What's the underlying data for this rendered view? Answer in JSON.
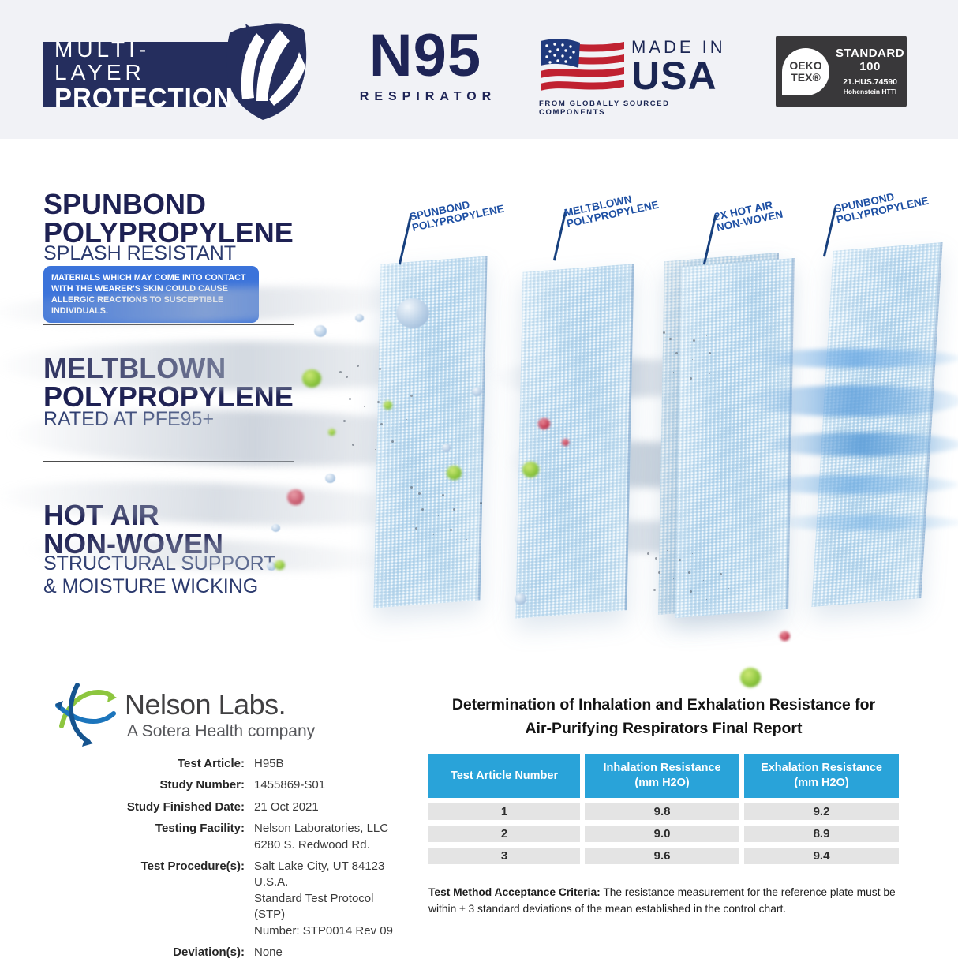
{
  "header": {
    "banner": {
      "line1": "MULTI-LAYER",
      "line2": "PROTECTION"
    },
    "n95": {
      "title": "N95",
      "subtitle": "RESPIRATOR"
    },
    "made_in_usa": {
      "line1": "MADE IN",
      "line2": "USA",
      "tagline": "FROM GLOBALLY SOURCED COMPONENTS"
    },
    "oeko": {
      "logo_line1": "OEKO",
      "logo_line2": "TEX®",
      "title_line1": "STANDARD",
      "title_line2": "100",
      "cert_number": "21.HUS.74590",
      "org": "Hohenstein HTTI"
    }
  },
  "layers_panel": {
    "sections": [
      {
        "title_line1": "SPUNBOND",
        "title_line2": "POLYPROPYLENE",
        "subtitle": "SPLASH RESISTANT",
        "note": "MATERIALS WHICH MAY COME INTO CONTACT WITH THE WEARER'S SKIN COULD CAUSE ALLERGIC REACTIONS TO SUSCEPTIBLE INDIVIDUALS."
      },
      {
        "title_line1": "MELTBLOWN",
        "title_line2": "POLYPROPYLENE",
        "subtitle": "RATED AT PFE95+"
      },
      {
        "title_line1": "HOT AIR",
        "title_line2": "NON-WOVEN",
        "subtitle_line1": "STRUCTURAL SUPPORT",
        "subtitle_line2": "& MOISTURE WICKING"
      }
    ],
    "diagram_labels": [
      {
        "line1": "SPUNBOND",
        "line2": "POLYPROPYLENE"
      },
      {
        "line1": "MELTBLOWN",
        "line2": "POLYPROPYLENE"
      },
      {
        "line1": "2X HOT AIR",
        "line2": "NON-WOVEN"
      },
      {
        "line1": "SPUNBOND",
        "line2": "POLYPROPYLENE"
      }
    ]
  },
  "report": {
    "lab": {
      "name": "Nelson Labs.",
      "tagline": "A Sotera Health company"
    },
    "details": [
      {
        "label": "Test Article:",
        "value": "H95B"
      },
      {
        "label": "Study Number:",
        "value": "1455869-S01"
      },
      {
        "label": "Study Finished Date:",
        "value": "21 Oct 2021"
      },
      {
        "label": "Testing Facility:",
        "value": "Nelson Laboratories, LLC\n6280 S. Redwood Rd."
      },
      {
        "label": "Test Procedure(s):",
        "value": "Salt Lake City, UT 84123 U.S.A.\nStandard Test Protocol (STP)\nNumber: STP0014 Rev 09"
      },
      {
        "label": "Deviation(s):",
        "value": "None"
      }
    ],
    "table_title_line1": "Determination of Inhalation and Exhalation Resistance for",
    "table_title_line2": "Air-Purifying Respirators Final Report",
    "note_bold": "Test Method Acceptance Criteria:",
    "note_rest": " The resistance measurement for the reference plate must be within ± 3 standard deviations of the mean established in the control chart."
  },
  "chart_data": {
    "type": "table",
    "title": "Determination of Inhalation and Exhalation Resistance for Air-Purifying Respirators Final Report",
    "columns": [
      "Test Article Number",
      "Inhalation Resistance (mm H2O)",
      "Exhalation Resistance (mm H2O)"
    ],
    "rows": [
      [
        "1",
        "9.8",
        "9.2"
      ],
      [
        "2",
        "9.0",
        "8.9"
      ],
      [
        "3",
        "9.6",
        "9.4"
      ]
    ]
  },
  "colors": {
    "navy": "#1e2153",
    "banner_navy": "#252e5e",
    "label_blue": "#1d4fa3",
    "note_box_blue": "#3b73da",
    "table_header_blue": "#29a3d9",
    "row_gray": "#e4e4e4",
    "flag_red": "#c02231",
    "flag_blue": "#203a7d",
    "oeko_bg": "#39383a",
    "green_particle": "#8dc63f",
    "red_particle": "#c23a52",
    "sheet_blue": "#bedcf1"
  }
}
